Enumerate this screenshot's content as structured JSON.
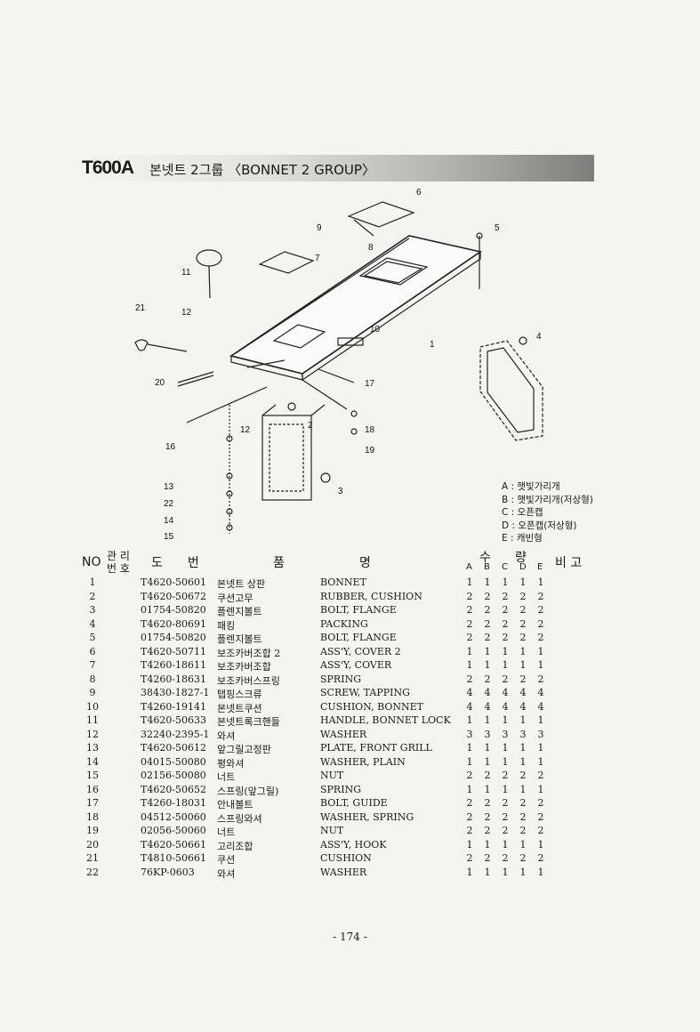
{
  "header": {
    "code": "T600A",
    "title": "본넷트 2그룹 〈BONNET 2 GROUP〉"
  },
  "diagram": {
    "callouts": [
      "1",
      "2",
      "3",
      "4",
      "5",
      "6",
      "7",
      "8",
      "9",
      "10",
      "11",
      "12",
      "12",
      "13",
      "14",
      "15",
      "16",
      "17",
      "18",
      "19",
      "20",
      "21",
      "22"
    ]
  },
  "legend": [
    "A : 햇빛가리개",
    "B : 햇빛가리개(저상형)",
    "C : 오픈캡",
    "D : 오픈캡(저상형)",
    "E : 캐빈형"
  ],
  "table": {
    "col_no": "NO",
    "col_mgmt_top": "관 리",
    "col_mgmt_bottom": "번 호",
    "col_drawing": "도　　번",
    "col_name_1": "품",
    "col_name_2": "명",
    "col_qty_1": "수",
    "col_qty_2": "량",
    "col_note": "비 고",
    "qty_letters": [
      "A",
      "B",
      "C",
      "D",
      "E"
    ]
  },
  "parts": [
    {
      "no": "1",
      "pn": "T4620-50601",
      "kr": "본넷트 상판",
      "en": "BONNET",
      "q": [
        "1",
        "1",
        "1",
        "1",
        "1"
      ]
    },
    {
      "no": "2",
      "pn": "T4620-50672",
      "kr": "쿠션고무",
      "en": "RUBBER, CUSHION",
      "q": [
        "2",
        "2",
        "2",
        "2",
        "2"
      ]
    },
    {
      "no": "3",
      "pn": "01754-50820",
      "kr": "플렌지볼트",
      "en": "BOLT, FLANGE",
      "q": [
        "2",
        "2",
        "2",
        "2",
        "2"
      ]
    },
    {
      "no": "4",
      "pn": "T4620-80691",
      "kr": "패킹",
      "en": "PACKING",
      "q": [
        "2",
        "2",
        "2",
        "2",
        "2"
      ]
    },
    {
      "no": "5",
      "pn": "01754-50820",
      "kr": "플렌지볼트",
      "en": "BOLT, FLANGE",
      "q": [
        "2",
        "2",
        "2",
        "2",
        "2"
      ]
    },
    {
      "no": "6",
      "pn": "T4620-50711",
      "kr": "보조카버조합 2",
      "en": "ASS'Y, COVER 2",
      "q": [
        "1",
        "1",
        "1",
        "1",
        "1"
      ]
    },
    {
      "no": "7",
      "pn": "T4260-18611",
      "kr": "보조카버조합",
      "en": "ASS'Y, COVER",
      "q": [
        "1",
        "1",
        "1",
        "1",
        "1"
      ]
    },
    {
      "no": "8",
      "pn": "T4260-18631",
      "kr": "보조카버스프링",
      "en": "SPRING",
      "q": [
        "2",
        "2",
        "2",
        "2",
        "2"
      ]
    },
    {
      "no": "9",
      "pn": "38430-1827-1",
      "kr": "탭핑스크류",
      "en": "SCREW, TAPPING",
      "q": [
        "4",
        "4",
        "4",
        "4",
        "4"
      ]
    },
    {
      "no": "10",
      "pn": "T4260-19141",
      "kr": "본넷트쿠션",
      "en": "CUSHION, BONNET",
      "q": [
        "4",
        "4",
        "4",
        "4",
        "4"
      ]
    },
    {
      "no": "11",
      "pn": "T4620-50633",
      "kr": "본넷트록크핸들",
      "en": "HANDLE, BONNET LOCK",
      "q": [
        "1",
        "1",
        "1",
        "1",
        "1"
      ]
    },
    {
      "no": "12",
      "pn": "32240-2395-1",
      "kr": "와셔",
      "en": "WASHER",
      "q": [
        "3",
        "3",
        "3",
        "3",
        "3"
      ]
    },
    {
      "no": "13",
      "pn": "T4620-50612",
      "kr": "앞그릴고정판",
      "en": "PLATE, FRONT GRILL",
      "q": [
        "1",
        "1",
        "1",
        "1",
        "1"
      ]
    },
    {
      "no": "14",
      "pn": "04015-50080",
      "kr": "평와셔",
      "en": "WASHER, PLAIN",
      "q": [
        "1",
        "1",
        "1",
        "1",
        "1"
      ]
    },
    {
      "no": "15",
      "pn": "02156-50080",
      "kr": "너트",
      "en": "NUT",
      "q": [
        "2",
        "2",
        "2",
        "2",
        "2"
      ]
    },
    {
      "no": "16",
      "pn": "T4620-50652",
      "kr": "스프링(앞그릴)",
      "en": "SPRING",
      "q": [
        "1",
        "1",
        "1",
        "1",
        "1"
      ]
    },
    {
      "no": "17",
      "pn": "T4260-18031",
      "kr": "안내볼트",
      "en": "BOLT, GUIDE",
      "q": [
        "2",
        "2",
        "2",
        "2",
        "2"
      ]
    },
    {
      "no": "18",
      "pn": "04512-50060",
      "kr": "스프링와셔",
      "en": "WASHER, SPRING",
      "q": [
        "2",
        "2",
        "2",
        "2",
        "2"
      ]
    },
    {
      "no": "19",
      "pn": "02056-50060",
      "kr": "너트",
      "en": "NUT",
      "q": [
        "2",
        "2",
        "2",
        "2",
        "2"
      ]
    },
    {
      "no": "20",
      "pn": "T4620-50661",
      "kr": "고리조합",
      "en": "ASS'Y, HOOK",
      "q": [
        "1",
        "1",
        "1",
        "1",
        "1"
      ]
    },
    {
      "no": "21",
      "pn": "T4810-50661",
      "kr": "쿠션",
      "en": "CUSHION",
      "q": [
        "2",
        "2",
        "2",
        "2",
        "2"
      ]
    },
    {
      "no": "22",
      "pn": "76KP-0603",
      "kr": "와셔",
      "en": "WASHER",
      "q": [
        "1",
        "1",
        "1",
        "1",
        "1"
      ]
    }
  ],
  "footer": {
    "page": "- 174 -"
  }
}
